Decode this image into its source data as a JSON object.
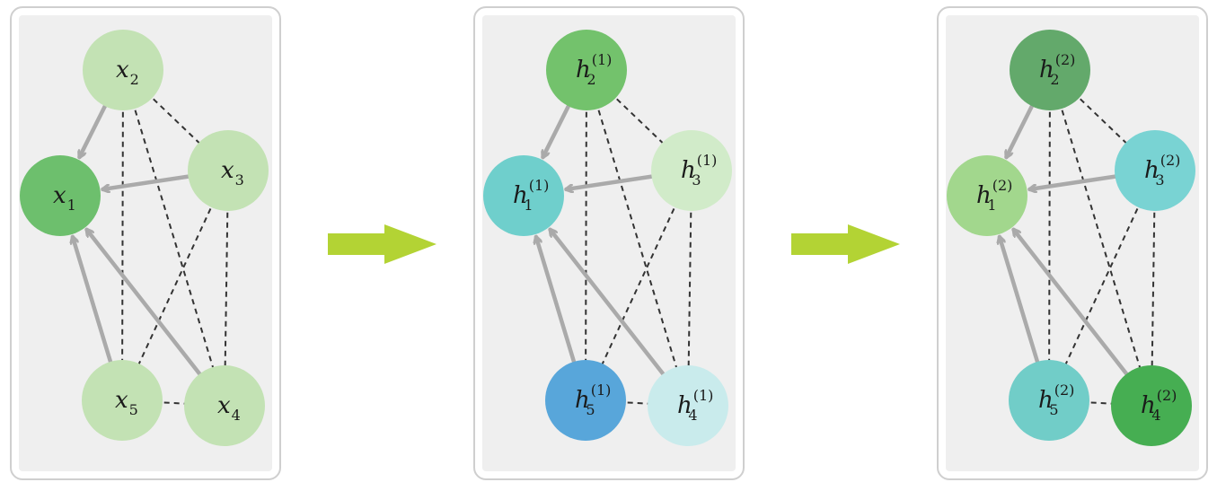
{
  "colors": {
    "edge_directed": "#aaaaaa",
    "edge_undirected": "#333333",
    "transition_arrow": "#b3d334",
    "panel_border": "#cfcfcf",
    "panel_bg": "#efefef"
  },
  "stages": [
    {
      "name": "input-graph",
      "nodes": [
        {
          "id": "1",
          "base": "x",
          "sub": "1",
          "sup": "",
          "color": "#6dbf6d"
        },
        {
          "id": "2",
          "base": "x",
          "sub": "2",
          "sup": "",
          "color": "#c3e2b4"
        },
        {
          "id": "3",
          "base": "x",
          "sub": "3",
          "sup": "",
          "color": "#c3e2b4"
        },
        {
          "id": "4",
          "base": "x",
          "sub": "4",
          "sup": "",
          "color": "#c3e2b4"
        },
        {
          "id": "5",
          "base": "x",
          "sub": "5",
          "sup": "",
          "color": "#c3e2b4"
        }
      ]
    },
    {
      "name": "layer-1-graph",
      "nodes": [
        {
          "id": "1",
          "base": "h",
          "sub": "1",
          "sup": "(1)",
          "color": "#6fcfcc"
        },
        {
          "id": "2",
          "base": "h",
          "sub": "2",
          "sup": "(1)",
          "color": "#73c26c"
        },
        {
          "id": "3",
          "base": "h",
          "sub": "3",
          "sup": "(1)",
          "color": "#d1ebc9"
        },
        {
          "id": "4",
          "base": "h",
          "sub": "4",
          "sup": "(1)",
          "color": "#c9ebec"
        },
        {
          "id": "5",
          "base": "h",
          "sub": "5",
          "sup": "(1)",
          "color": "#58a6da"
        }
      ]
    },
    {
      "name": "layer-2-graph",
      "nodes": [
        {
          "id": "1",
          "base": "h",
          "sub": "1",
          "sup": "(2)",
          "color": "#a2d78d"
        },
        {
          "id": "2",
          "base": "h",
          "sub": "2",
          "sup": "(2)",
          "color": "#63a96b"
        },
        {
          "id": "3",
          "base": "h",
          "sub": "3",
          "sup": "(2)",
          "color": "#79d3d3"
        },
        {
          "id": "4",
          "base": "h",
          "sub": "4",
          "sup": "(2)",
          "color": "#46ae52"
        },
        {
          "id": "5",
          "base": "h",
          "sub": "5",
          "sup": "(2)",
          "color": "#71cdc8"
        }
      ]
    }
  ],
  "directed_edges": [
    {
      "from": "2",
      "to": "1"
    },
    {
      "from": "3",
      "to": "1"
    },
    {
      "from": "5",
      "to": "1"
    },
    {
      "from": "4",
      "to": "1"
    }
  ],
  "undirected_edges": [
    {
      "a": "2",
      "b": "3"
    },
    {
      "a": "2",
      "b": "5"
    },
    {
      "a": "2",
      "b": "4"
    },
    {
      "a": "3",
      "b": "5"
    },
    {
      "a": "3",
      "b": "4"
    },
    {
      "a": "5",
      "b": "4"
    }
  ]
}
